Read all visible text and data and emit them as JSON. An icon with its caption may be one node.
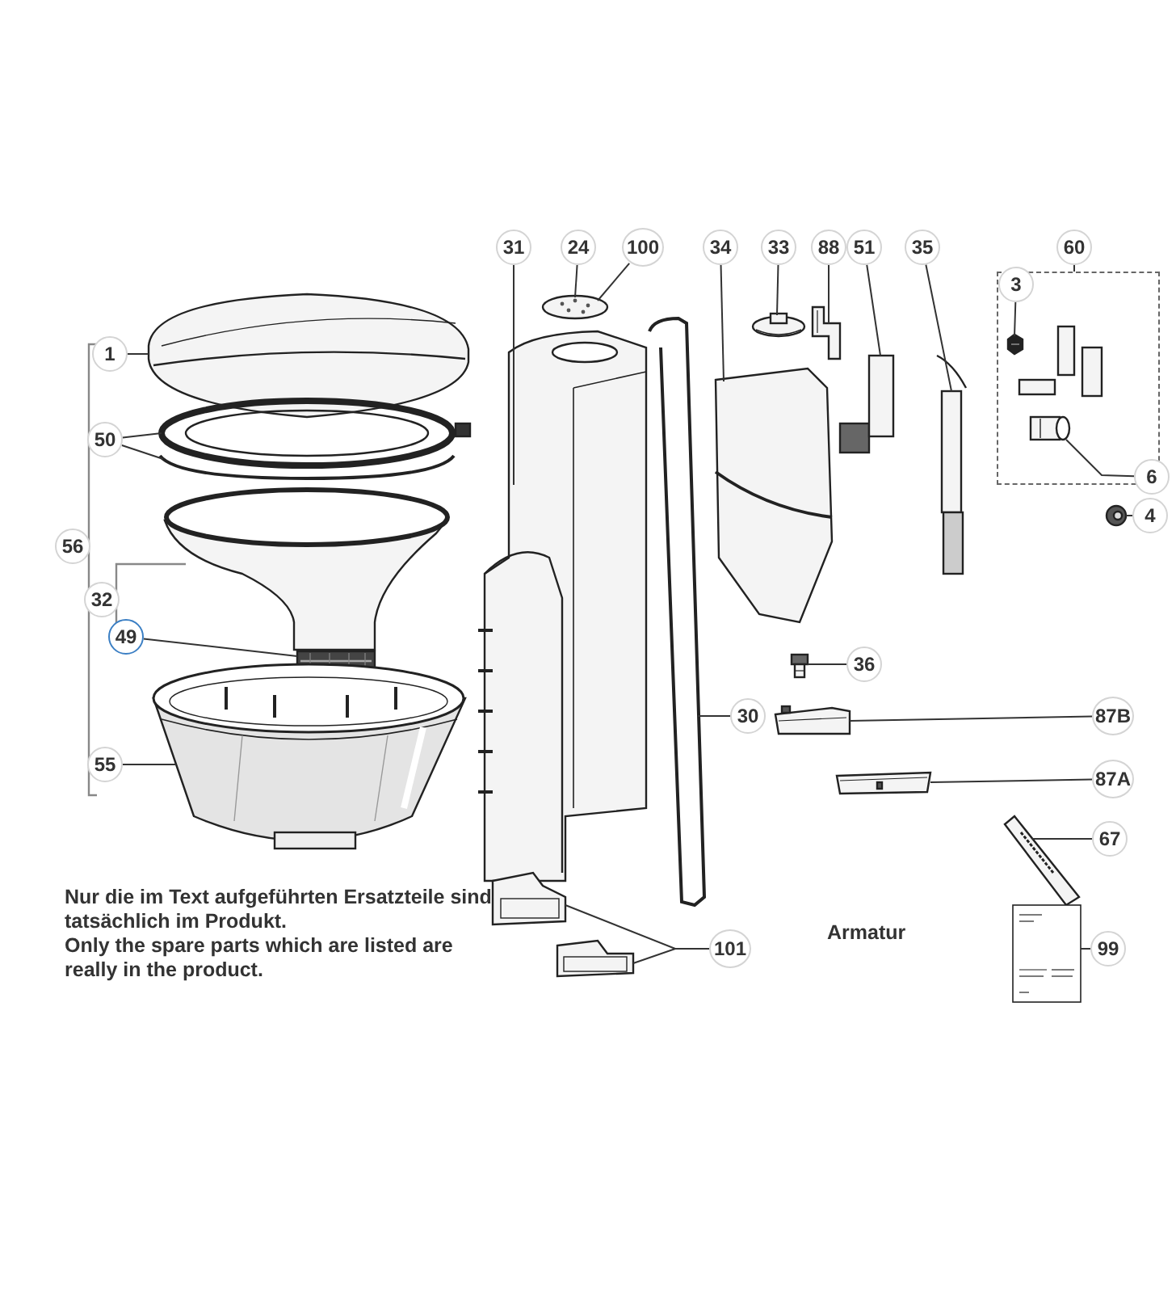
{
  "diagram": {
    "nodes": [
      {
        "text": [
          "31"
        ]
      },
      {
        "text": [
          "24"
        ]
      },
      {
        "text": [
          "100"
        ]
      },
      {
        "text": [
          "34"
        ]
      },
      {
        "text": [
          "33"
        ]
      },
      {
        "text": [
          "88"
        ]
      },
      {
        "text": [
          "51"
        ]
      },
      {
        "text": [
          "35"
        ]
      },
      {
        "text": [
          "60"
        ]
      },
      {
        "text": [],
        "shape": "box"
      },
      {
        "text": [
          "3"
        ],
        "in": 9
      },
      {
        "text": [
          "1"
        ]
      },
      {
        "text": [
          "50"
        ]
      },
      {
        "text": [
          "6"
        ],
        "in": 9
      },
      {
        "text": [
          "4"
        ]
      },
      {
        "text": [
          "56"
        ]
      },
      {
        "text": [
          "32"
        ]
      },
      {
        "text": [
          "49"
        ]
      },
      {
        "text": [
          "36"
        ]
      },
      {
        "text": [
          "30"
        ]
      },
      {
        "text": [
          "87B"
        ]
      },
      {
        "text": [
          "55"
        ]
      },
      {
        "text": [
          "87A"
        ]
      },
      {
        "text": [
          "67"
        ]
      },
      {
        "text": [
          "101"
        ]
      },
      {
        "text": [
          "99"
        ]
      },
      {
        "text": [],
        "shape": "picture"
      },
      {
        "text": [],
        "shape": "picture"
      },
      {
        "text": [],
        "shape": "picture"
      },
      {
        "text": [],
        "shape": "picture"
      },
      {
        "text": [],
        "shape": "picture"
      },
      {
        "text": [],
        "shape": "picture"
      },
      {
        "text": [],
        "shape": "picture"
      },
      {
        "text": [],
        "shape": "picture"
      },
      {
        "text": [],
        "shape": "picture"
      },
      {
        "text": [],
        "shape": "picture"
      },
      {
        "text": [],
        "shape": "picture"
      },
      {
        "text": [],
        "shape": "picture"
      },
      {
        "text": [],
        "shape": "picture"
      },
      {
        "text": [],
        "shape": "picture",
        "in": 9
      },
      {
        "text": [],
        "shape": "picture",
        "in": 9
      },
      {
        "text": [],
        "shape": "picture"
      },
      {
        "text": [],
        "shape": "picture"
      },
      {
        "text": [],
        "shape": "picture"
      },
      {
        "text": [],
        "shape": "picture"
      },
      {
        "text": [],
        "shape": "picture"
      },
      {
        "text": [],
        "shape": "picture"
      },
      {
        "text": [],
        "shape": "picture"
      },
      {
        "text": [],
        "shape": "picture"
      }
    ],
    "edges": [
      {
        "from": 0,
        "to": 31,
        "arrow": "none"
      },
      {
        "from": 1,
        "to": 32,
        "arrow": "none"
      },
      {
        "from": 2,
        "to": 32,
        "arrow": "none"
      },
      {
        "from": 3,
        "to": 34,
        "arrow": "none"
      },
      {
        "from": 4,
        "to": 35,
        "arrow": "none"
      },
      {
        "from": 5,
        "to": 36,
        "arrow": "none"
      },
      {
        "from": 6,
        "to": 37,
        "arrow": "none"
      },
      {
        "from": 7,
        "to": 38,
        "arrow": "none"
      },
      {
        "from": 8,
        "to": 9,
        "arrow": "none"
      },
      {
        "from": 10,
        "to": 39,
        "arrow": "none"
      },
      {
        "from": 11,
        "to": 26,
        "arrow": "none"
      },
      {
        "from": 12,
        "to": 27,
        "arrow": "none"
      },
      {
        "from": 12,
        "to": 28,
        "arrow": "none"
      },
      {
        "from": 13,
        "to": 40,
        "arrow": "none"
      },
      {
        "from": 14,
        "to": 41,
        "arrow": "none"
      },
      {
        "from": 17,
        "to": 29,
        "arrow": "none"
      },
      {
        "from": 18,
        "to": 42,
        "arrow": "none"
      },
      {
        "from": 19,
        "to": 33,
        "arrow": "none"
      },
      {
        "from": 20,
        "to": 43,
        "arrow": "none"
      },
      {
        "from": 21,
        "to": 30,
        "arrow": "none"
      },
      {
        "from": 22,
        "to": 44,
        "arrow": "none"
      },
      {
        "from": 23,
        "to": 45,
        "arrow": "none"
      },
      {
        "from": 24,
        "to": 47,
        "arrow": "none"
      },
      {
        "from": 24,
        "to": 46,
        "arrow": "none"
      },
      {
        "from": 25,
        "to": 48,
        "arrow": "none"
      }
    ],
    "labels": [
      "Nur die im Text aufgeführten Ersatzteile sind tatsächlich im Produkt.",
      "Only the spare parts which are listed are really in the product.",
      "Armatur"
    ]
  }
}
